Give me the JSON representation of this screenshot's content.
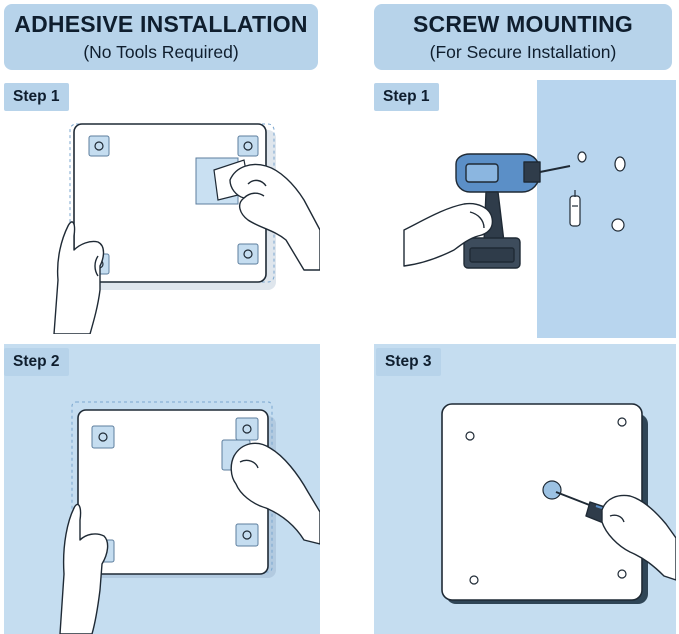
{
  "left_header": {
    "title": "ADHESIVE INSTALLATION",
    "subtitle": "(No Tools Required)"
  },
  "right_header": {
    "title": "SCREW MOUNTING",
    "subtitle": "(For Secure Installation)"
  },
  "steps": {
    "adhesive_1": "Step 1",
    "adhesive_2": "Step 2",
    "screw_1": "Step 1",
    "screw_3": "Step 3"
  },
  "colors": {
    "header_bg": "#b7d3ea",
    "panel_blue": "#c5ddf0",
    "wall_blue": "#b3d2ec",
    "line": "#1f2a35",
    "drill_blue": "#5b8fc7",
    "drill_dark": "#2f3c4a"
  },
  "icons": [
    "drill-icon",
    "screwdriver-icon",
    "hand-icon",
    "adhesive-pad-icon",
    "wall-anchor-icon"
  ]
}
